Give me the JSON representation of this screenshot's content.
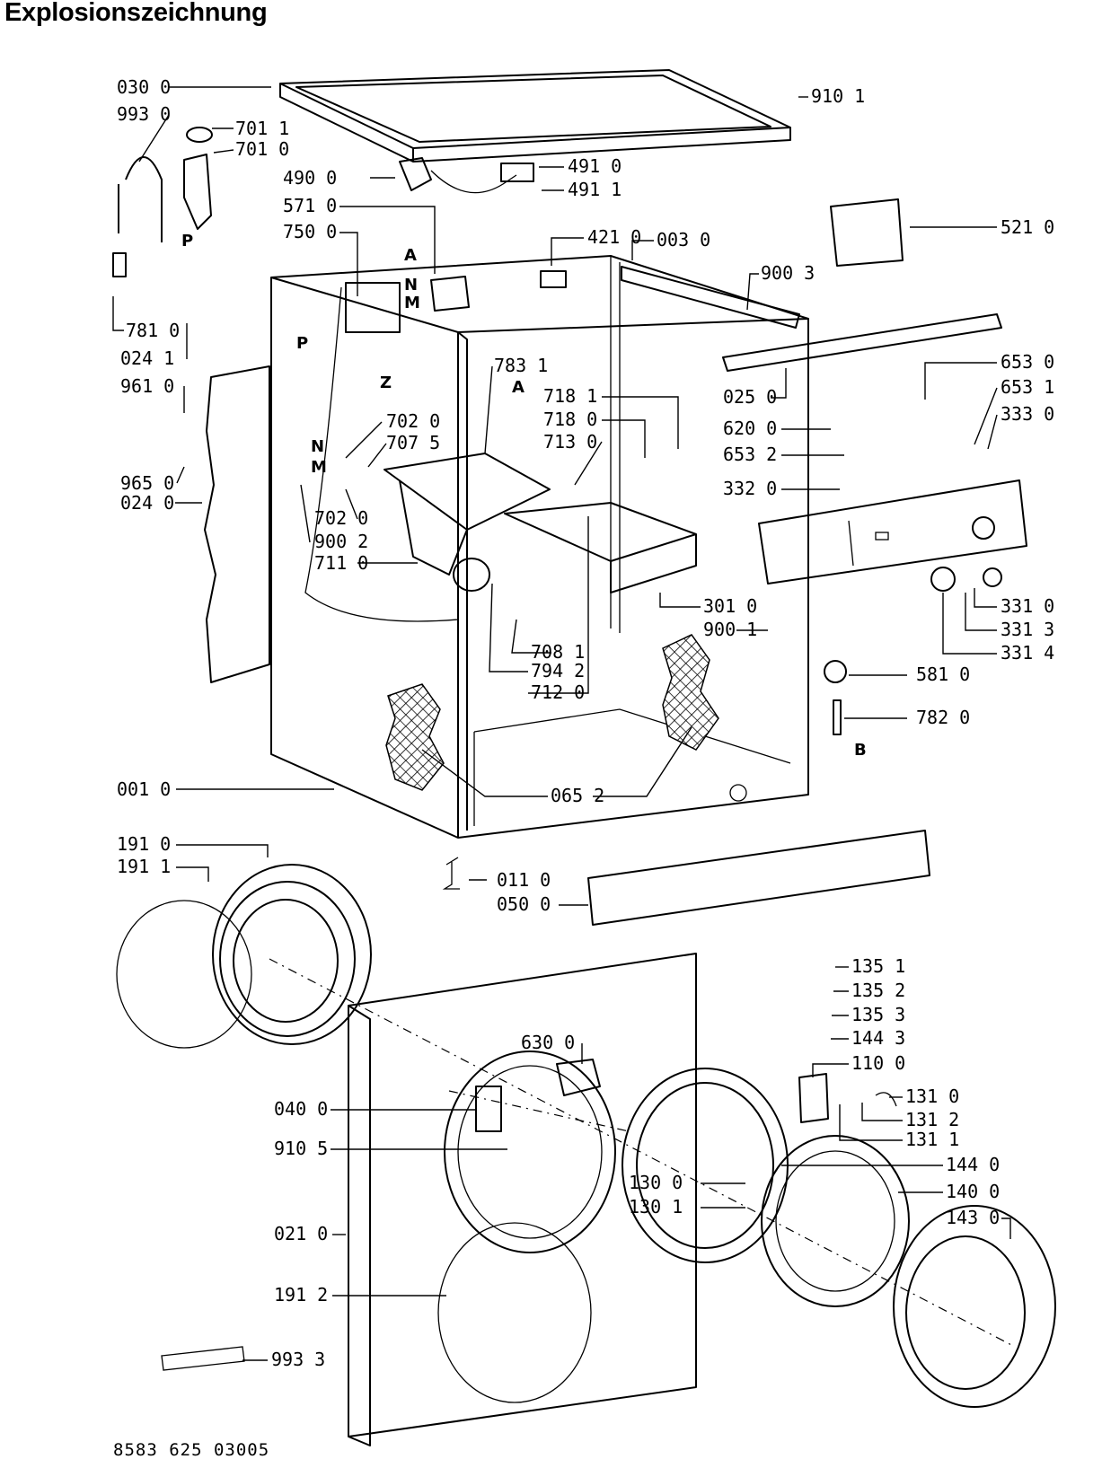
{
  "heading": "Explosionszeichnung",
  "document_number": "8583 625 03005",
  "part_labels": [
    "030 0",
    "993 0",
    "701 1",
    "701 0",
    "490 0",
    "491 0",
    "491 1",
    "571 0",
    "750 0",
    "421 0",
    "003 0",
    "910 1",
    "521 0",
    "900 3",
    "781 0",
    "024 1",
    "961 0",
    "965 0",
    "024 0",
    "783 1",
    "718 1",
    "718 0",
    "713 0",
    "702 0",
    "707 5",
    "702 0",
    "900 2",
    "711 0",
    "025 0",
    "653 0",
    "653 1",
    "620 0",
    "333 0",
    "653 2",
    "332 0",
    "301 0",
    "900 1",
    "331 0",
    "331 3",
    "331 4",
    "708 1",
    "794 2",
    "712 0",
    "581 0",
    "782 0",
    "001 0",
    "065 2",
    "191 0",
    "191 1",
    "011 0",
    "050 0",
    "135 1",
    "135 2",
    "135 3",
    "144 3",
    "110 0",
    "131 0",
    "131 2",
    "131 1",
    "630 0",
    "040 0",
    "910 5",
    "130 0",
    "130 1",
    "144 0",
    "140 0",
    "143 0",
    "021 0",
    "191 2",
    "993 3"
  ],
  "marker_letters": [
    "P",
    "P",
    "A",
    "N",
    "M",
    "Z",
    "A",
    "N",
    "M",
    "B"
  ]
}
